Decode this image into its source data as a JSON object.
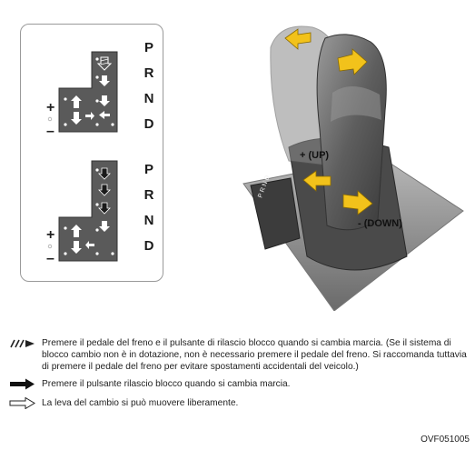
{
  "gear_labels_top": [
    "P",
    "R",
    "N",
    "D"
  ],
  "gear_labels_bottom": [
    "P",
    "R",
    "N",
    "D"
  ],
  "side_plus": "+",
  "side_minus": "–",
  "shifter": {
    "up_label": "+ (UP)",
    "down_label": "- (DOWN)",
    "plate_text": "P R N D"
  },
  "legend": [
    {
      "symbol": "hatched-arrow-icon",
      "text": "Premere il pedale del freno e il pulsante di rilascio blocco quando si cambia marcia. (Se il sistema di blocco cambio non è in dotazione, non è necessario premere il pedale del freno. Si raccomanda tuttavia di premere il pedale del freno per evitare spostamenti accidentali del veicolo.)"
    },
    {
      "symbol": "black-arrow-icon",
      "text": "Premere il pulsante rilascio blocco quando si cambia marcia."
    },
    {
      "symbol": "white-arrow-icon",
      "text": "La leva del cambio si può muovere liberamente."
    }
  ],
  "figure_code": "OVF051005",
  "colors": {
    "gate_plate": "#555555",
    "arrow_yellow": "#f2c21b",
    "shifter_gray": "#6e6e6e"
  }
}
